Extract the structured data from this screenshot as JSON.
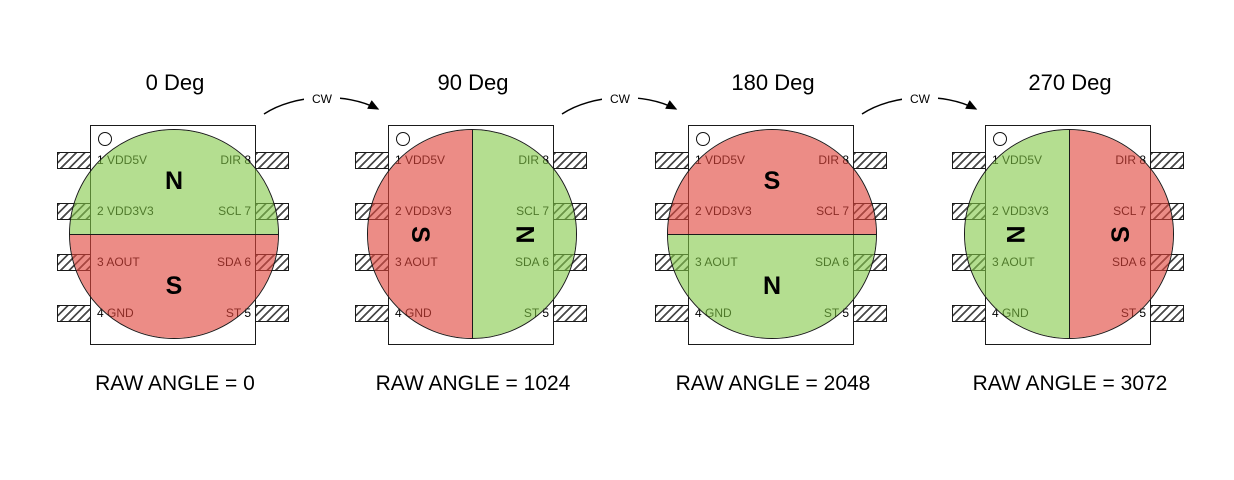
{
  "figure": {
    "arrow_label": "CW"
  },
  "colors": {
    "north": "rgba(130, 200, 70, 0.60)",
    "south": "rgba(225, 70, 60, 0.62)"
  },
  "pins": {
    "left": [
      "1 VDD5V",
      "2 VDD3V3",
      "3 AOUT",
      "4 GND"
    ],
    "right": [
      "DIR 8",
      "SCL 7",
      "SDA 6",
      "ST 5"
    ]
  },
  "panels": [
    {
      "title": "0 Deg",
      "raw_angle": "RAW ANGLE = 0",
      "split": "horizontal",
      "half1": "N",
      "half2": "S"
    },
    {
      "title": "90 Deg",
      "raw_angle": "RAW ANGLE = 1024",
      "split": "vertical",
      "half1": "S",
      "half2": "N"
    },
    {
      "title": "180 Deg",
      "raw_angle": "RAW ANGLE = 2048",
      "split": "horizontal",
      "half1": "S",
      "half2": "N"
    },
    {
      "title": "270 Deg",
      "raw_angle": "RAW ANGLE = 3072",
      "split": "vertical",
      "half1": "N",
      "half2": "S"
    }
  ]
}
